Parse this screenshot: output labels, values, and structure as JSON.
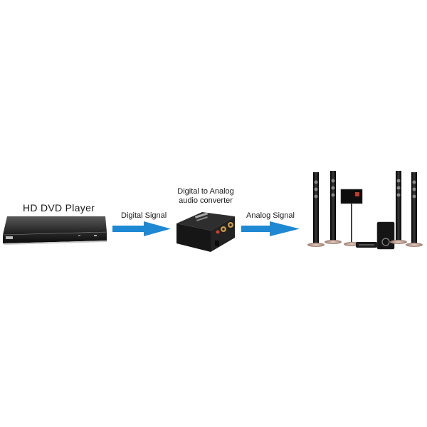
{
  "diagram": {
    "nodes": [
      {
        "id": "source",
        "label": "HD DVD Player",
        "icon": "dvd-player-icon"
      },
      {
        "id": "converter",
        "label_line1": "Digital to Analog",
        "label_line2": "audio converter",
        "icon": "audio-converter-icon"
      },
      {
        "id": "sink",
        "label": "",
        "icon": "home-theater-speakers-icon"
      }
    ],
    "edges": [
      {
        "from": "source",
        "to": "converter",
        "label": "Digital Signal",
        "color": "#1e88d2"
      },
      {
        "from": "converter",
        "to": "sink",
        "label": "Analog Signal",
        "color": "#1e88d2"
      }
    ]
  }
}
